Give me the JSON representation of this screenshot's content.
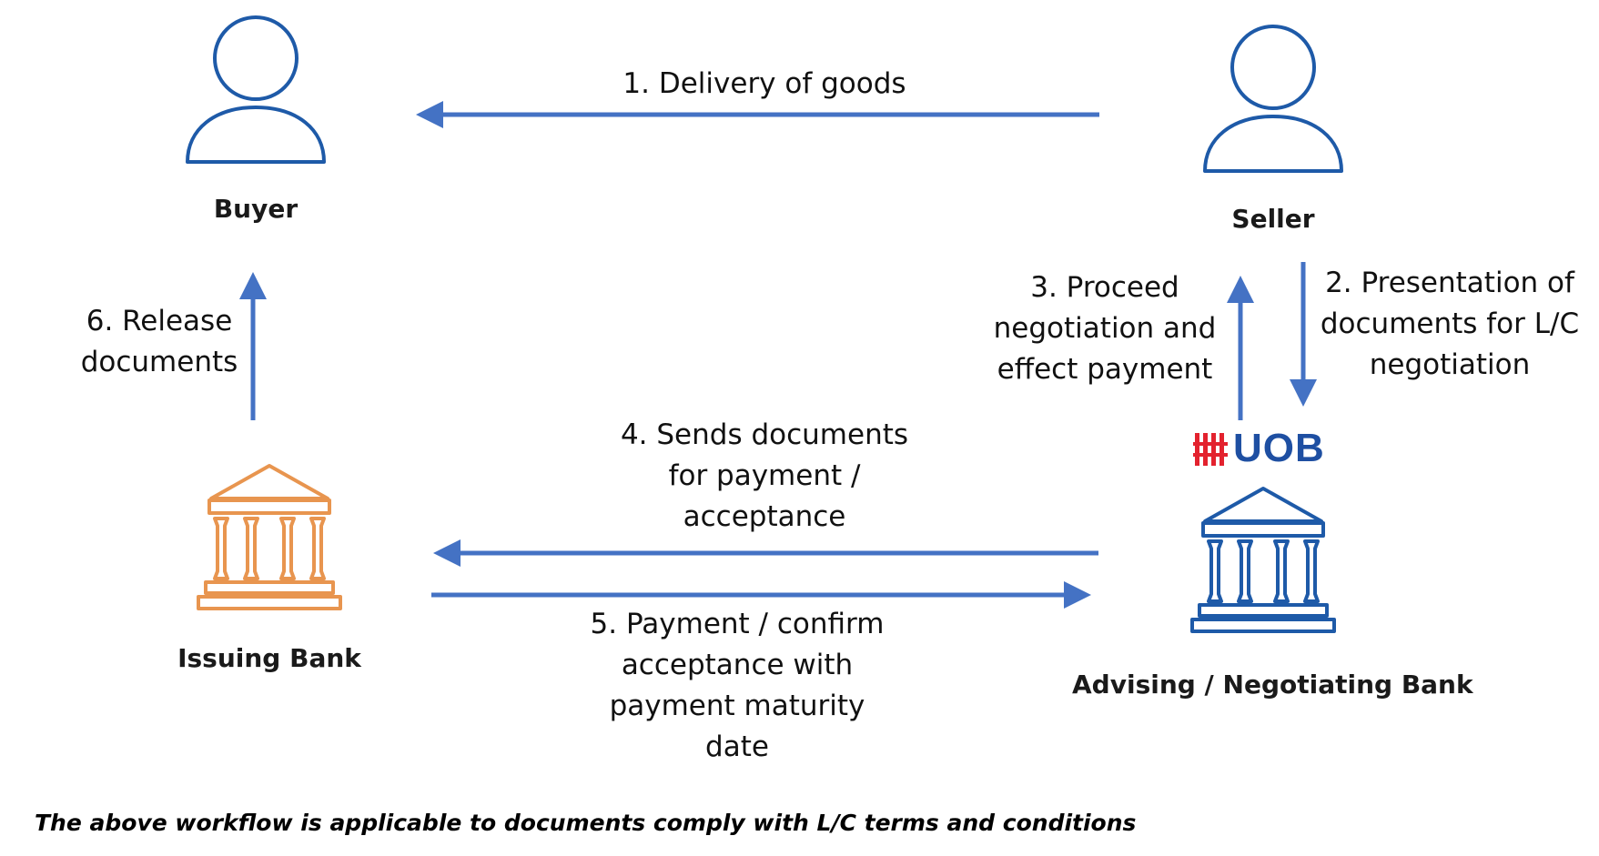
{
  "colors": {
    "arrow": "#4472C4",
    "person_icon": "#1E5AA8",
    "issuing_bank_icon": "#E8954F",
    "advising_bank_icon": "#1E5AA8",
    "uob_red": "#E3222E",
    "uob_blue": "#1E4FA2"
  },
  "icons": {
    "buyer": "person-icon",
    "seller": "person-icon",
    "issuing_bank": "bank-building-icon",
    "advising_bank": "bank-building-icon",
    "uob_logo": "uob-logo"
  },
  "roles": {
    "buyer": "Buyer",
    "seller": "Seller",
    "issuing_bank": "Issuing Bank",
    "advising_bank": "Advising / Negotiating Bank"
  },
  "uob": {
    "wordmark": "UOB"
  },
  "steps": {
    "s1": [
      "1. Delivery of goods"
    ],
    "s2": [
      "2. Presentation of",
      "documents for L/C",
      "negotiation"
    ],
    "s3": [
      "3. Proceed",
      "negotiation and",
      "effect payment"
    ],
    "s4": [
      "4. Sends documents",
      "for payment /",
      "acceptance"
    ],
    "s5": [
      "5. Payment / confirm",
      "acceptance with",
      "payment maturity",
      "date"
    ],
    "s6": [
      "6. Release",
      "documents"
    ]
  },
  "footnote": "The above workflow is applicable to documents comply with L/C terms and conditions"
}
